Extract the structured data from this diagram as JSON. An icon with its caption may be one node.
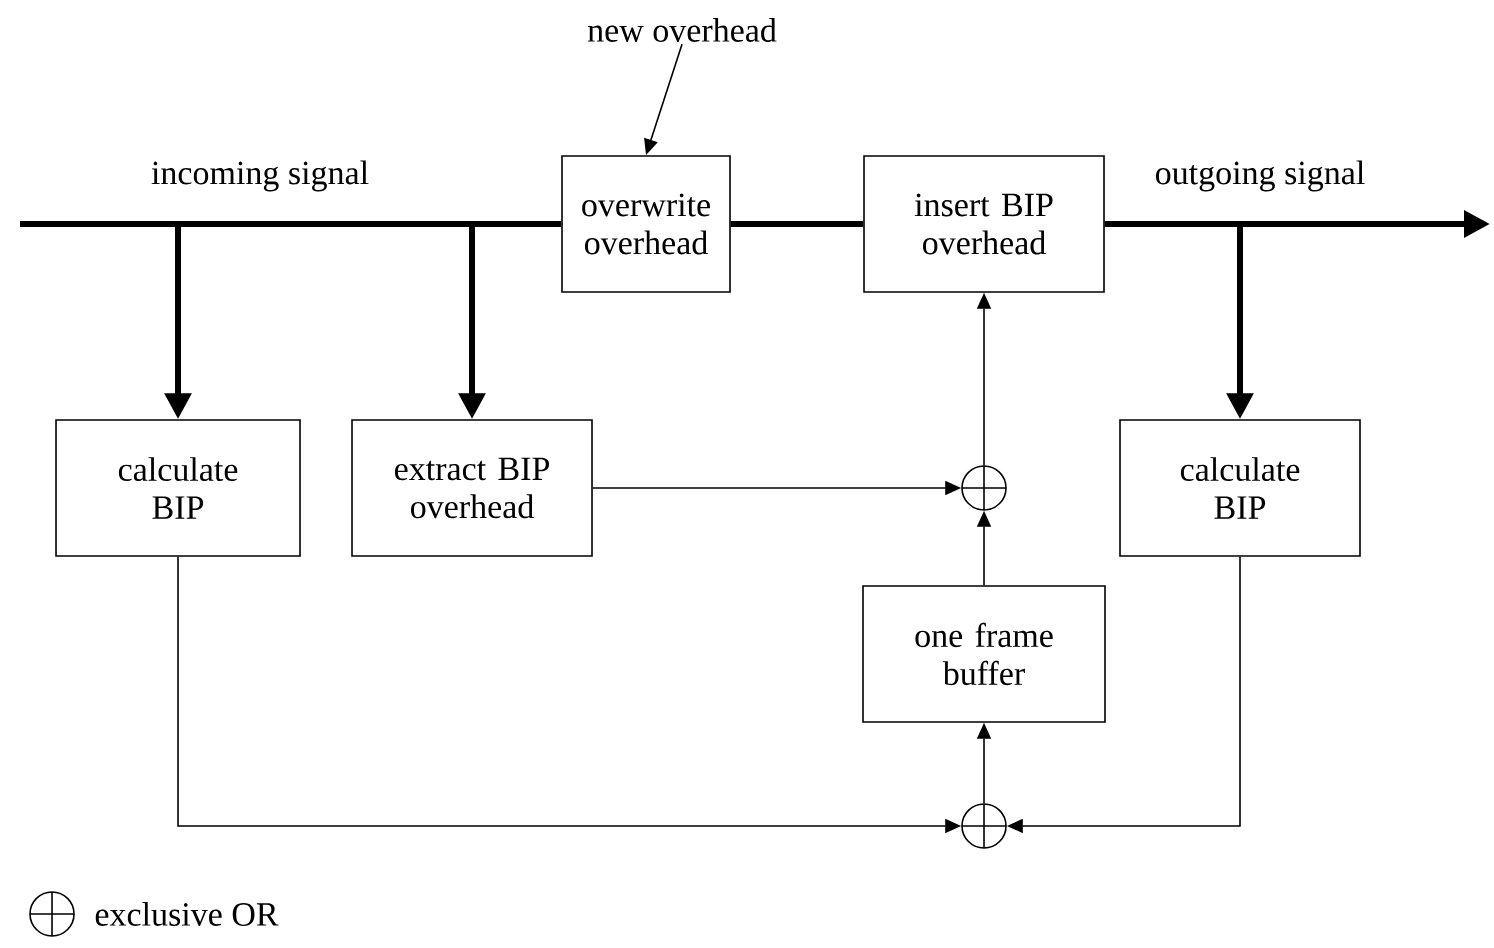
{
  "diagram": {
    "nodes": [
      {
        "text": [
          "new overhead"
        ]
      },
      {
        "text": [
          "overwrite overhead"
        ]
      },
      {
        "text": [
          "insert BIP overhead"
        ]
      },
      {
        "text": [
          "calculate BIP"
        ]
      },
      {
        "text": [
          "extract BIP overhead"
        ]
      },
      {
        "text": [],
        "shape": "circle"
      },
      {
        "text": [
          "calculate BIP"
        ]
      },
      {
        "text": [
          "one frame buffer"
        ]
      },
      {
        "text": [],
        "shape": "circle"
      }
    ],
    "edges": [
      {
        "from": null,
        "to": 1,
        "arrow": "none",
        "style": "thick",
        "label": "incoming signal"
      },
      {
        "from": null,
        "to": 3,
        "arrow": "to",
        "style": "thick"
      },
      {
        "from": null,
        "to": 4,
        "arrow": "to",
        "style": "thick"
      },
      {
        "from": 0,
        "to": 1,
        "arrow": "to"
      },
      {
        "from": 1,
        "to": 2,
        "arrow": "none",
        "style": "thick"
      },
      {
        "from": 2,
        "to": null,
        "arrow": "to",
        "style": "thick",
        "label": "outgoing signal"
      },
      {
        "from": 2,
        "to": 6,
        "arrow": "to",
        "style": "thick"
      },
      {
        "from": 4,
        "to": 5,
        "arrow": "to"
      },
      {
        "from": 5,
        "to": 2,
        "arrow": "to"
      },
      {
        "from": 7,
        "to": 5,
        "arrow": "to"
      },
      {
        "from": 8,
        "to": 7,
        "arrow": "to"
      },
      {
        "from": 3,
        "to": 8,
        "arrow": "to"
      },
      {
        "from": 6,
        "to": 8,
        "arrow": "to"
      }
    ],
    "legend": [
      {
        "text": "exclusive OR"
      }
    ]
  }
}
